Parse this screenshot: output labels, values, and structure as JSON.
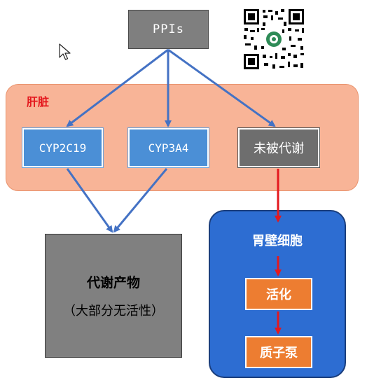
{
  "diagram": {
    "ppis_label": "PPIs",
    "liver_label": "肝脏",
    "cyp2c19_label": "CYP2C19",
    "cyp3a4_label": "CYP3A4",
    "unmetabolized_label": "未被代谢",
    "metabolites_title": "代谢产物",
    "metabolites_subtitle": "（大部分无活性）",
    "parietal_cell_label": "胃壁细胞",
    "activation_label": "活化",
    "proton_pump_label": "质子泵"
  },
  "colors": {
    "blue_arrow": "#4472c4",
    "red_arrow": "#e4181e",
    "liver_fill": "#f8b497",
    "enzyme_fill": "#4b8fd6",
    "parietal_fill": "#2d6dd2",
    "orange_box": "#ed7d31",
    "gray_box": "#808080"
  },
  "icons": {
    "cursor": "mouse-pointer-icon",
    "qr": "qr-code-icon"
  }
}
